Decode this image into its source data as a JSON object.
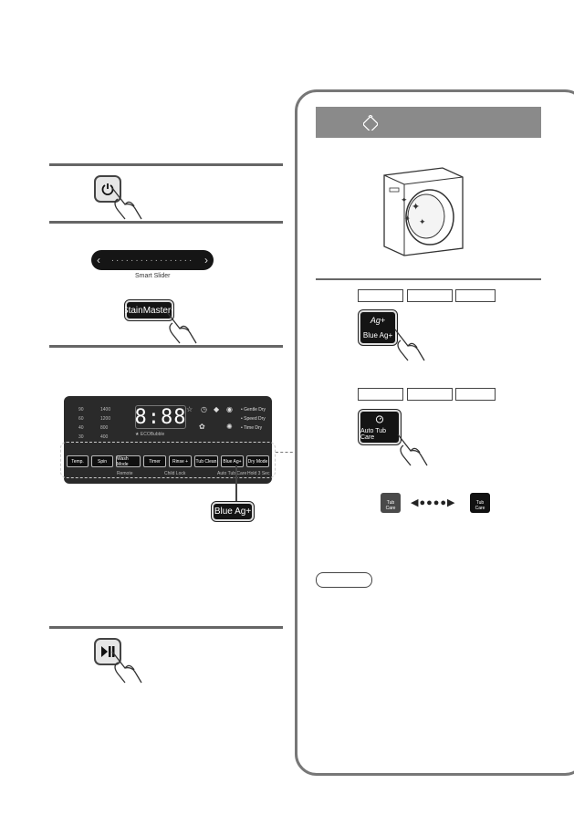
{
  "steps": {
    "slider_caption": "Smart Slider",
    "stainmaster_label": "StainMaster+",
    "blue_ag_callout": "Blue Ag+"
  },
  "panel": {
    "display": "8:88",
    "eco_label": "★ ECOBubble",
    "spin_values": [
      "1400",
      "1200",
      "800",
      "400"
    ],
    "temp_values": [
      "90",
      "60",
      "40",
      "30"
    ],
    "dry_modes": [
      "• Gentle Dry",
      "• Speed Dry",
      "• Time Dry"
    ],
    "buttons": [
      "Temp.",
      "Spin",
      "Wash Mode",
      "Timer",
      "Rinse +",
      "Tub Clean",
      "Blue Ag+",
      "Dry Mode"
    ],
    "bottom_labels": [
      "Remote",
      "Child Lock",
      "Auto Tub Care",
      "Hold 3 Sec"
    ]
  },
  "right": {
    "blue_ag_button": "Blue Ag+",
    "ag_symbol": "Ag+",
    "auto_tub_button": "Auto Tub Care",
    "tub_label": "Tub",
    "care_label": "Care",
    "arrows": "◀●●●●▶",
    "colors": {
      "header": "#8a8a8a",
      "panel": "#2a2a2a"
    }
  }
}
